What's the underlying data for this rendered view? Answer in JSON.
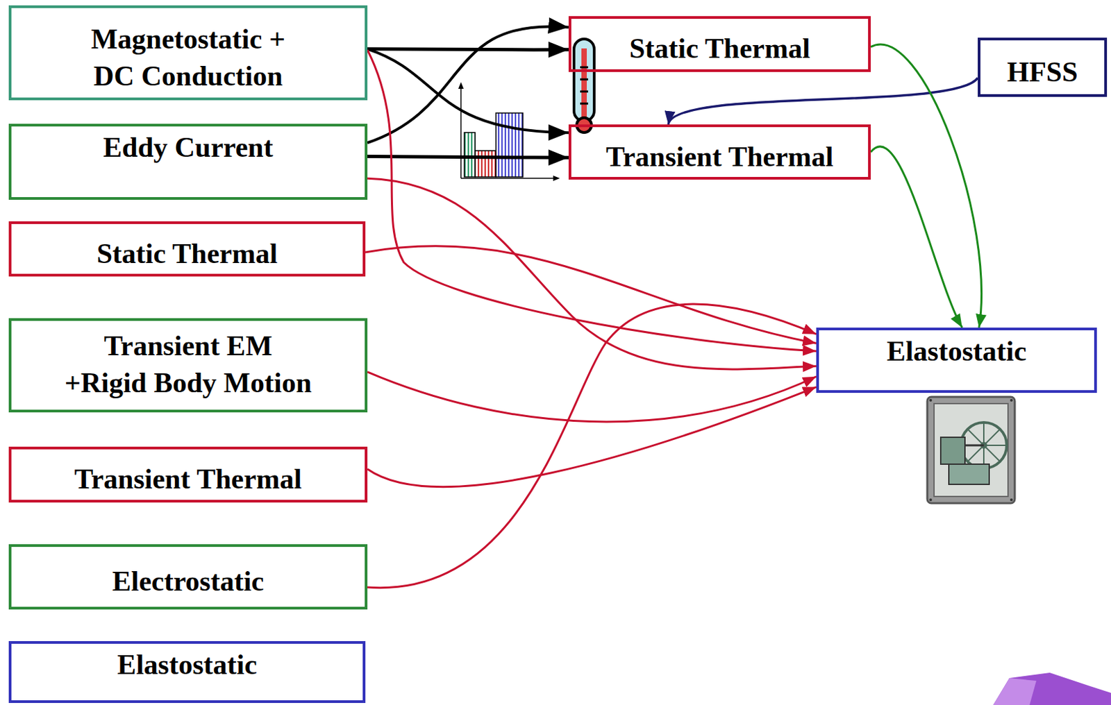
{
  "diagram": {
    "nodes": [
      {
        "text": [
          "Magnetostatic + DC Conduction"
        ]
      },
      {
        "text": [
          "Eddy Current"
        ]
      },
      {
        "text": [
          "Static Thermal"
        ]
      },
      {
        "text": [
          "Transient EM +Rigid Body Motion"
        ]
      },
      {
        "text": [
          "Transient Thermal"
        ]
      },
      {
        "text": [
          "Electrostatic"
        ]
      },
      {
        "text": [
          "Elastostatic"
        ]
      },
      {
        "text": [
          "Static Thermal"
        ]
      },
      {
        "text": [
          "HFSS"
        ]
      },
      {
        "text": [
          "Transient Thermal"
        ]
      },
      {
        "text": [
          "Elastostatic"
        ]
      }
    ],
    "edges": [
      {
        "from": 0,
        "to": 7,
        "arrow": "to"
      },
      {
        "from": 0,
        "to": 9,
        "arrow": "to"
      },
      {
        "from": 1,
        "to": 7,
        "arrow": "to"
      },
      {
        "from": 1,
        "to": 9,
        "arrow": "to"
      },
      {
        "from": 8,
        "to": 9,
        "arrow": "to"
      },
      {
        "from": 7,
        "to": 10,
        "arrow": "to"
      },
      {
        "from": 9,
        "to": 10,
        "arrow": "to"
      },
      {
        "from": 0,
        "to": 10,
        "arrow": "to"
      },
      {
        "from": 1,
        "to": 10,
        "arrow": "to"
      },
      {
        "from": 2,
        "to": 10,
        "arrow": "to"
      },
      {
        "from": 3,
        "to": 10,
        "arrow": "to"
      },
      {
        "from": 4,
        "to": 10,
        "arrow": "to"
      },
      {
        "from": 5,
        "to": 10,
        "arrow": "to"
      }
    ]
  }
}
